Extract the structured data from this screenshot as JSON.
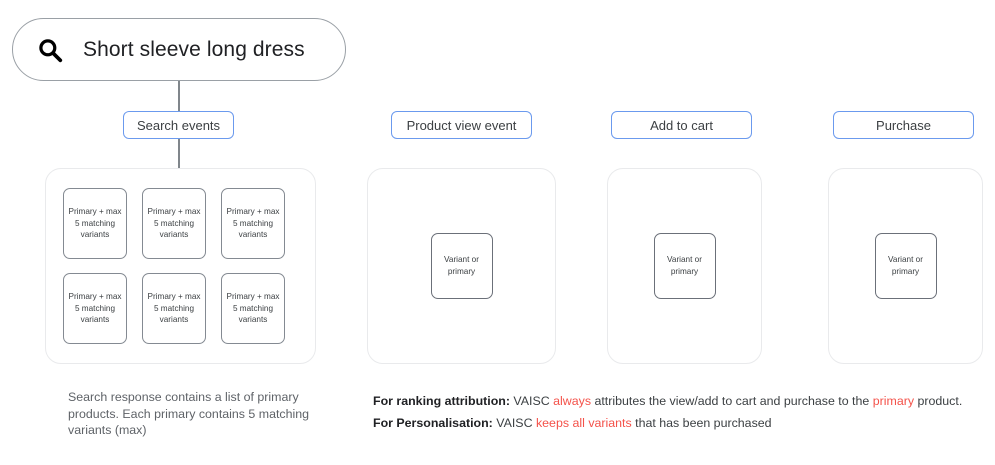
{
  "search": {
    "icon": "search-icon",
    "query": "Short sleeve long dress"
  },
  "events": [
    {
      "id": "search-events",
      "label": "Search events"
    },
    {
      "id": "product-view-event",
      "label": "Product view event"
    },
    {
      "id": "add-to-cart",
      "label": "Add to cart"
    },
    {
      "id": "purchase",
      "label": "Purchase"
    }
  ],
  "primary_cards": [
    {
      "label": "Primary + max 5 matching variants"
    },
    {
      "label": "Primary + max 5 matching variants"
    },
    {
      "label": "Primary + max 5 matching variants"
    },
    {
      "label": "Primary + max 5 matching variants"
    },
    {
      "label": "Primary + max 5 matching variants"
    },
    {
      "label": "Primary + max 5 matching variants"
    }
  ],
  "variant_cards": {
    "view": {
      "label": "Variant or primary"
    },
    "cart": {
      "label": "Variant or primary"
    },
    "purchase": {
      "label": "Variant or primary"
    }
  },
  "captions": {
    "left": "Search response contains a list of primary products. Each primary contains 5 matching variants (max)",
    "ranking": {
      "label": "For ranking attribution:",
      "part1": " VAISC ",
      "highlight1": "always",
      "part2": " attributes the view/add to cart and purchase to the ",
      "highlight2": "primary",
      "part3": " product."
    },
    "personalisation": {
      "label": "For Personalisation:",
      "part1": " VAISC ",
      "highlight1": "keeps all variants",
      "part2": " that has been purchased"
    }
  },
  "colors": {
    "pill_border": "#6b9aee",
    "highlight_red": "#f4524a",
    "panel_border": "#e9eaec",
    "card_border": "#848a92",
    "connector": "#80868b"
  }
}
